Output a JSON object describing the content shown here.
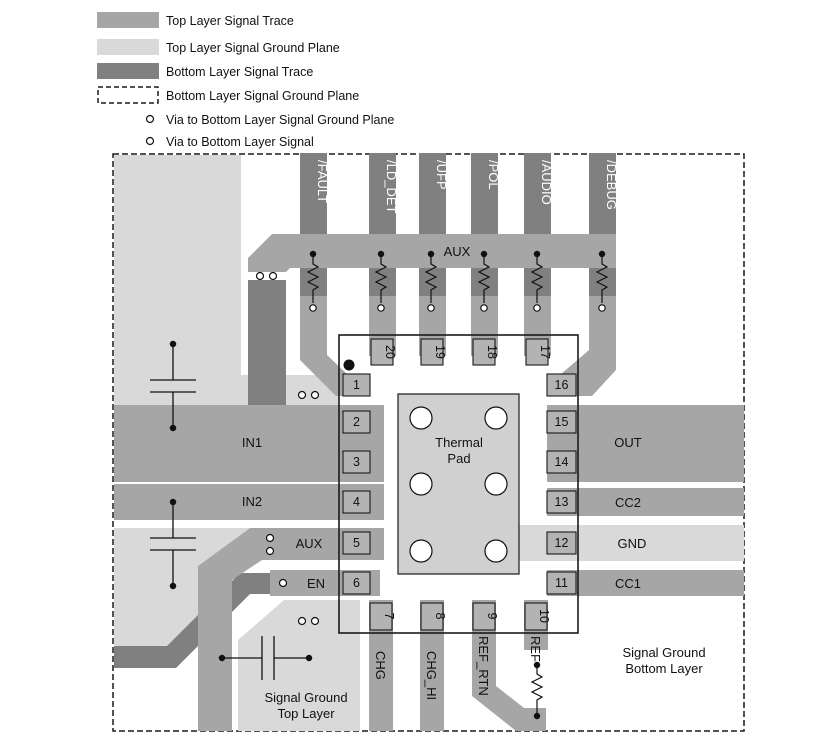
{
  "legend": [
    {
      "label": "Top Layer Signal Trace",
      "swatch": "top-signal"
    },
    {
      "label": "Top Layer Signal Ground Plane",
      "swatch": "top-ground"
    },
    {
      "label": "Bottom Layer Signal Trace",
      "swatch": "bottom-signal"
    },
    {
      "label": "Bottom Layer Signal Ground Plane",
      "swatch": "bottom-ground"
    },
    {
      "label": "Via to Bottom Layer Signal Ground Plane",
      "swatch": "via-ring"
    },
    {
      "label": "Via to Bottom Layer Signal",
      "swatch": "via-ring"
    }
  ],
  "colors": {
    "top_signal": "#a6a6a6",
    "top_ground": "#d9d9d9",
    "bottom_signal": "#808080",
    "pad_fill": "#b3b3b3",
    "thermal_fill": "#d0d0d0",
    "outline": "#1a1a1a"
  },
  "top_signals": [
    "/FAULT",
    "/LD_DET",
    "/UFP",
    "/POL",
    "/AUDIO",
    "/DEBUG"
  ],
  "labels": {
    "aux_top": "AUX",
    "in1": "IN1",
    "in2": "IN2",
    "aux_left": "AUX",
    "en": "EN",
    "out": "OUT",
    "cc2": "CC2",
    "gnd": "GND",
    "cc1": "CC1",
    "thermal_line1": "Thermal",
    "thermal_line2": "Pad",
    "sg_top_line1": "Signal Ground",
    "sg_top_line2": "Top Layer",
    "sg_bottom_line1": "Signal Ground",
    "sg_bottom_line2": "Bottom Layer",
    "chg": "CHG",
    "chg_hi": "CHG_HI",
    "ref_rtn": "REF_RTN",
    "ref": "REF"
  },
  "pins": {
    "p1": "1",
    "p2": "2",
    "p3": "3",
    "p4": "4",
    "p5": "5",
    "p6": "6",
    "p7": "7",
    "p8": "8",
    "p9": "9",
    "p10": "10",
    "p11": "11",
    "p12": "12",
    "p13": "13",
    "p14": "14",
    "p15": "15",
    "p16": "16",
    "p17": "17",
    "p18": "18",
    "p19": "19",
    "p20": "20"
  }
}
